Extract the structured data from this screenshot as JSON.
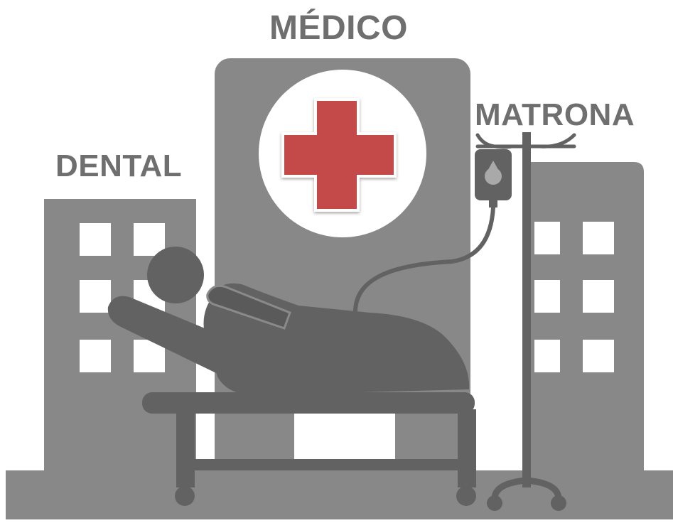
{
  "labels": {
    "top": "MÉDICO",
    "right": "MATRONA",
    "left": "DENTAL"
  },
  "colors": {
    "building": "#888888",
    "building_dark": "#7d7d7d",
    "patient": "#626262",
    "window": "#ffffff",
    "cross": "#c44a4a",
    "label": "#6f6f6f"
  },
  "icons": {
    "scene": "hospital-patient-illustration",
    "cross": "red-cross-icon",
    "iv": "iv-drip-stand-icon"
  }
}
